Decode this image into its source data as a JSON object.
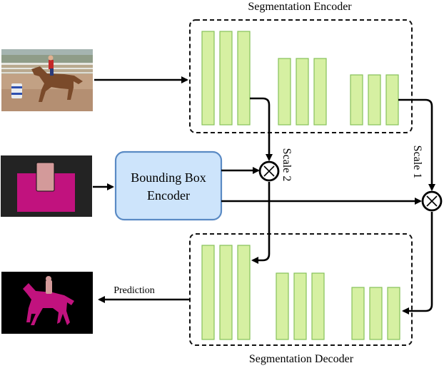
{
  "encoder": {
    "title": "Segmentation Encoder"
  },
  "decoder": {
    "title": "Segmentation Decoder"
  },
  "bbox_encoder": {
    "line1": "Bounding Box",
    "line2": "Encoder"
  },
  "scales": {
    "scale2": "Scale 2",
    "scale1": "Scale 1"
  },
  "prediction": {
    "label": "Prediction"
  },
  "colors": {
    "feature_fill": "#d6f0a2",
    "feature_stroke": "#86c05a",
    "bbox_encoder_fill": "#cde4fb",
    "bbox_encoder_stroke": "#5a8ac4",
    "mask_magenta": "#c1127e",
    "mask_person": "#d39a9a"
  },
  "icons": {
    "input_photo": "horse-rider-photo",
    "bbox_mask": "bounding-box-mask",
    "multiply": "circled-times",
    "prediction_mask": "horse-rider-segmentation-mask"
  }
}
